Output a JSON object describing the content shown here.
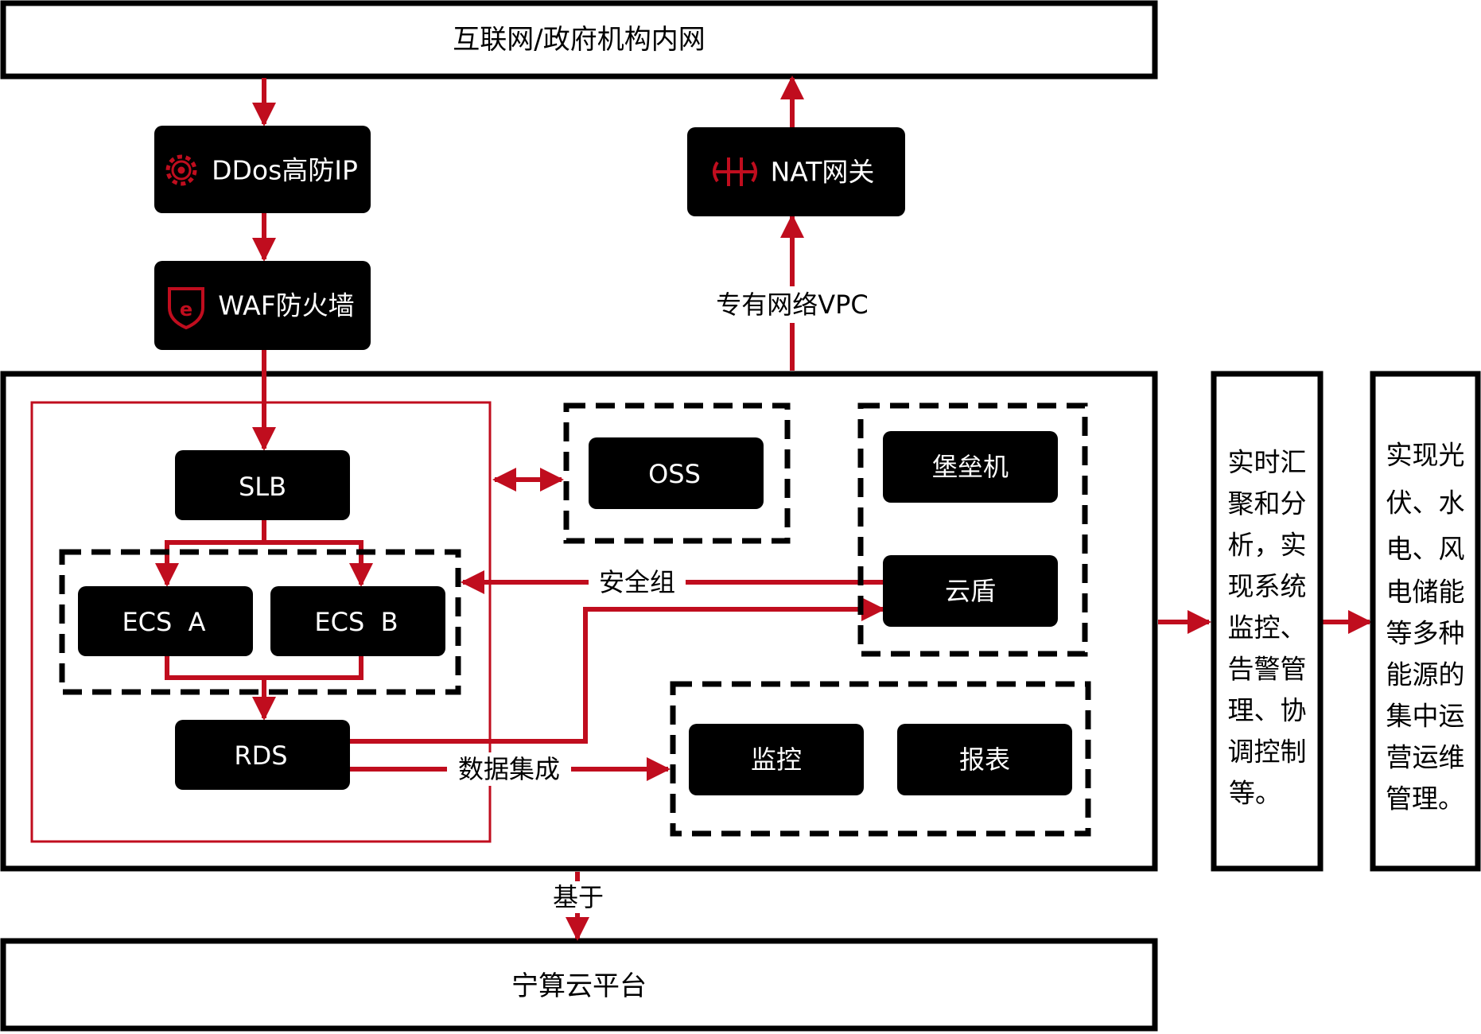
{
  "top_bar": {
    "label": "互联网/政府机构内网"
  },
  "bottom_bar": {
    "label": "宁算云平台"
  },
  "ddos": {
    "label": "DDos高防IP",
    "icon": "gear-shield-icon"
  },
  "waf": {
    "label": "WAF防火墙",
    "icon": "shield-e-icon"
  },
  "nat": {
    "label": "NAT网关",
    "icon": "nat-gateway-icon"
  },
  "vpc": {
    "label": "专有网络VPC"
  },
  "slb": {
    "label": "SLB"
  },
  "ecs_a": {
    "label": "ECS  A"
  },
  "ecs_b": {
    "label": "ECS  B"
  },
  "rds": {
    "label": "RDS"
  },
  "oss": {
    "label": "OSS"
  },
  "bastion": {
    "label": "堡垒机"
  },
  "cloud_shield": {
    "label": "云盾"
  },
  "security_group": {
    "label": "安全组"
  },
  "data_integration": {
    "label": "数据集成"
  },
  "monitor": {
    "label": "监控"
  },
  "report": {
    "label": "报表"
  },
  "based_on": {
    "label": "基于"
  },
  "side_panel_1": {
    "lines": [
      "实时汇",
      "聚和分",
      "析，实",
      "现系统",
      "监控、",
      "告警管",
      "理、协",
      "调控制",
      "等。"
    ]
  },
  "side_panel_2": {
    "lines": [
      "实现光",
      "伏、水",
      "电、风",
      "电储能",
      "等多种",
      "能源的",
      "集中运",
      "营运维",
      "管理。"
    ]
  },
  "colors": {
    "accent": "#c00d1e",
    "box": "#000000",
    "box_text": "#ffffff",
    "line": "#000000"
  }
}
